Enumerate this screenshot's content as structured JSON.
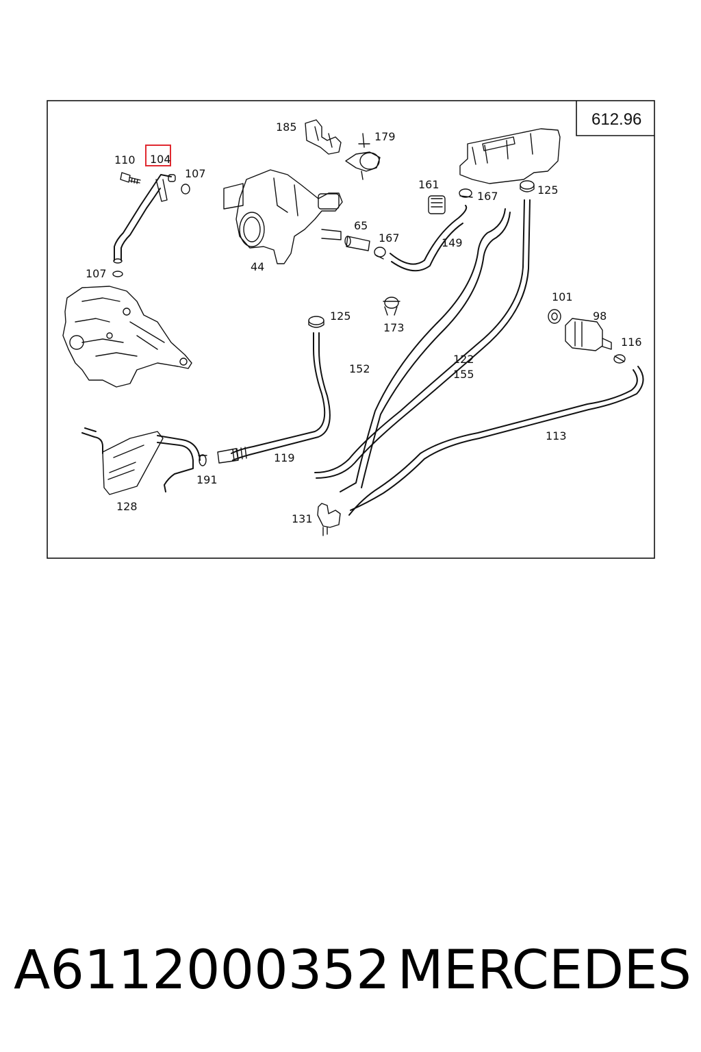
{
  "diagram": {
    "reference": "612.96",
    "highlighted_part": "104",
    "callouts": {
      "c185": "185",
      "c179": "179",
      "c110": "110",
      "c104": "104",
      "c107a": "107",
      "c161": "161",
      "c167a": "167",
      "c125a": "125",
      "c65": "65",
      "c167b": "167",
      "c149": "149",
      "c44": "44",
      "c107b": "107",
      "c101": "101",
      "c98": "98",
      "c125b": "125",
      "c173": "173",
      "c116": "116",
      "c152": "152",
      "c122": "122",
      "c155": "155",
      "c113": "113",
      "c119": "119",
      "c191": "191",
      "c128": "128",
      "c131": "131"
    }
  },
  "caption": {
    "part_number": "A6112000352",
    "brand": "MERCEDES"
  }
}
